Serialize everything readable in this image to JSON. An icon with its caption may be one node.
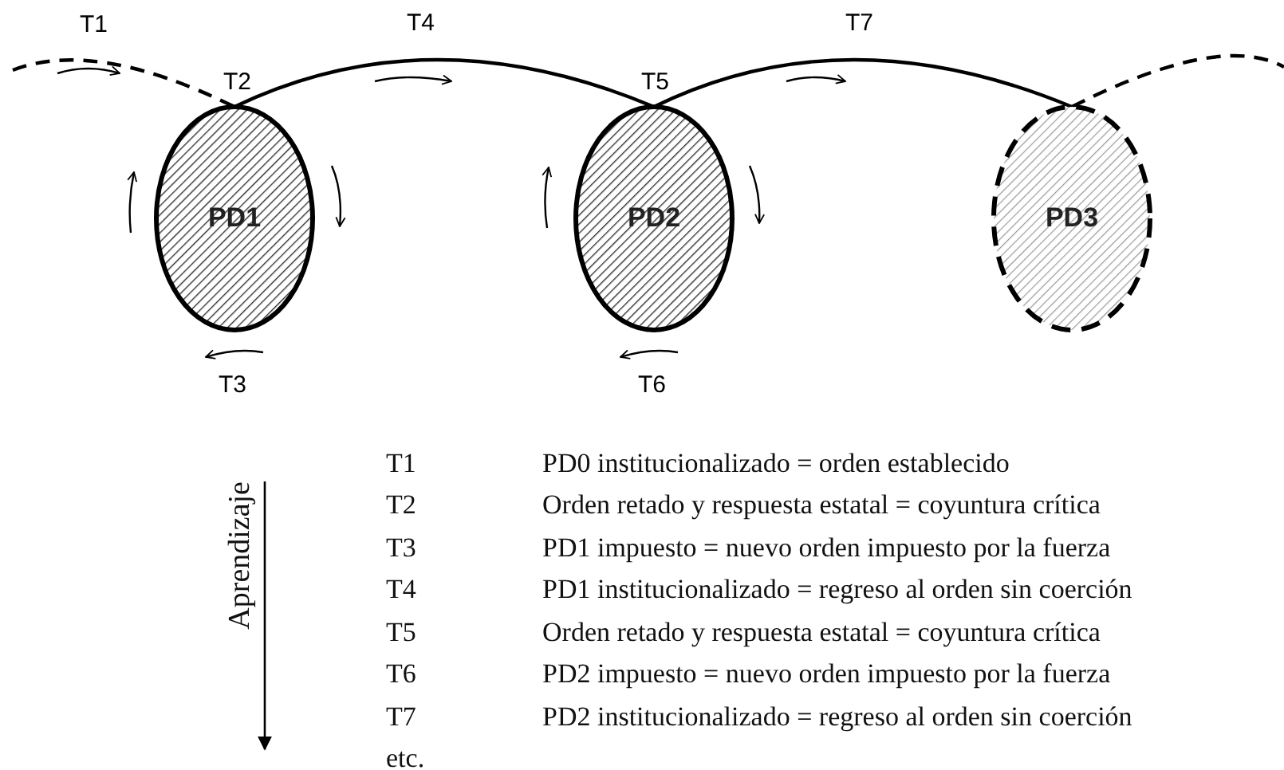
{
  "diagram": {
    "nodes": [
      {
        "text": [
          "PD1"
        ]
      },
      {
        "text": [
          "PD2"
        ]
      },
      {
        "text": [
          "PD3"
        ]
      }
    ],
    "edges": [
      {
        "from": null,
        "to": 0,
        "arrow": "none",
        "label": "T1",
        "style": "dashed"
      },
      {
        "from": 0,
        "to": 1,
        "arrow": "none",
        "label": "T4"
      },
      {
        "from": 1,
        "to": 2,
        "arrow": "none",
        "label": "T7"
      },
      {
        "from": 2,
        "to": null,
        "arrow": "none",
        "style": "dashed"
      }
    ],
    "labels": [
      "T2",
      "T5",
      "T3",
      "T6",
      "T1",
      "PD0 institucionalizado = orden establecido",
      "T2",
      "Orden retado y respuesta estatal = coyuntura crítica",
      "T3",
      "PD1 impuesto = nuevo orden impuesto por la fuerza",
      "T4",
      "PD1 institucionalizado = regreso al orden sin coerción",
      "T5",
      "Orden retado y respuesta estatal = coyuntura crítica",
      "T6",
      "PD2 impuesto = nuevo orden impuesto por la fuerza",
      "T7",
      "PD2 institucionalizado = regreso al orden sin coerción",
      "Aprendizaje",
      "etc."
    ]
  }
}
